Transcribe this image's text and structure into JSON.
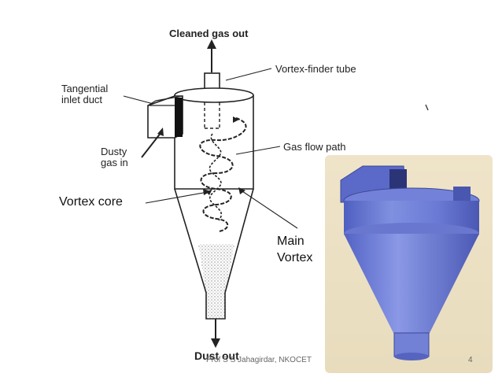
{
  "slide": {
    "footer": "Prof S S Jahagirdar, NKOCET",
    "page_number": "4"
  },
  "diagram": {
    "labels": {
      "cleaned_gas_out": "Cleaned gas out",
      "vortex_finder_tube": "Vortex-finder tube",
      "tangential_inlet_line1": "Tangential",
      "tangential_inlet_line2": "inlet duct",
      "dusty_gas_line1": "Dusty",
      "dusty_gas_line2": "gas in",
      "gas_flow_path": "Gas flow path",
      "dust_out": "Dust out"
    },
    "annotations": {
      "vortex_core": "Vortex core",
      "main_vortex_line1": "Main",
      "main_vortex_line2": "Vortex"
    }
  },
  "photo": {
    "subject": "cyclone separator",
    "body_color": "#6f7fd6",
    "background_color": "#ece2c6"
  }
}
